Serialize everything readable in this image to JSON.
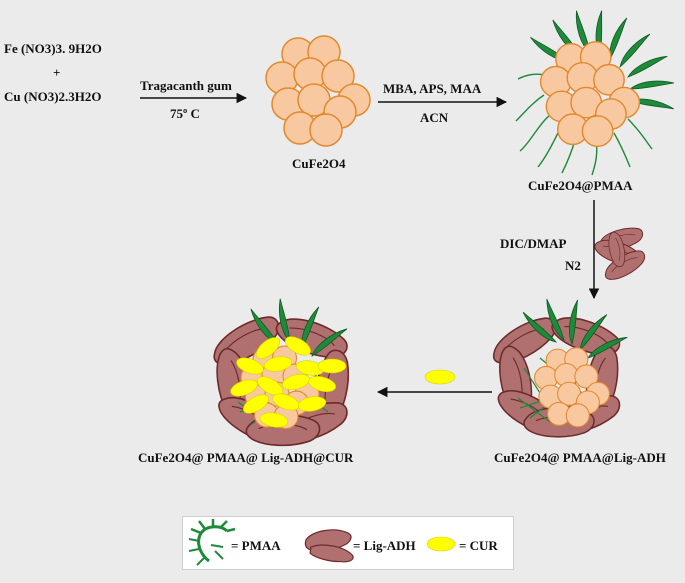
{
  "reactants": {
    "line1": "Fe (NO3)3. 9H2O",
    "plus": "+",
    "line2": "Cu (NO3)2.3H2O"
  },
  "steps": {
    "step1_top": "Tragacanth gum",
    "step1_bottom": "75º C",
    "step2_top": "MBA, APS,  MAA",
    "step2_bottom": "ACN",
    "step3_top": "DIC/DMAP",
    "step3_bottom": "N2"
  },
  "products": {
    "p1": "CuFe2O4",
    "p2": "CuFe2O4@PMAA",
    "p3": "CuFe2O4@ PMAA@Lig-ADH",
    "p4": "CuFe2O4@ PMAA@ Lig-ADH@CUR"
  },
  "legend": {
    "pmaa": "= PMAA",
    "lig": "= Lig-ADH",
    "cur": "= CUR"
  },
  "colors": {
    "background": "#ebebeb",
    "sphere_fill": "#f8c9a1",
    "sphere_stroke": "#e2892e",
    "pmaa_green": "#1e8a3a",
    "lignin_fill": "#b07070",
    "lignin_stroke": "#6e2a2a",
    "cur_yellow": "#ffff00"
  }
}
